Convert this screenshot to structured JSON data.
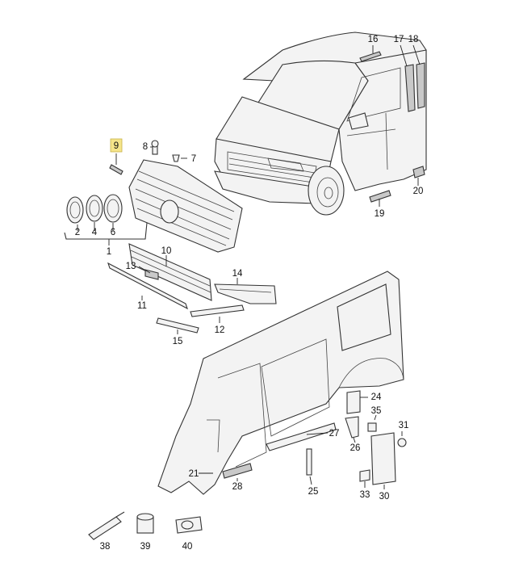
{
  "callouts": {
    "c1": "1",
    "c2": "2",
    "c4": "4",
    "c6": "6",
    "c7": "7",
    "c8": "8",
    "c9": "9",
    "c10": "10",
    "c11": "11",
    "c12": "12",
    "c13": "13",
    "c14": "14",
    "c15": "15",
    "c16": "16",
    "c17": "17",
    "c18": "18",
    "c19": "19",
    "c20": "20",
    "c21": "21",
    "c24": "24",
    "c25": "25",
    "c26": "26",
    "c27": "27",
    "c28": "28",
    "c30": "30",
    "c31": "31",
    "c33": "33",
    "c35": "35",
    "c38": "38",
    "c39": "39",
    "c40": "40"
  },
  "highlighted_callout": "9",
  "colors": {
    "highlight": "#f5e58a",
    "line": "#333333"
  }
}
